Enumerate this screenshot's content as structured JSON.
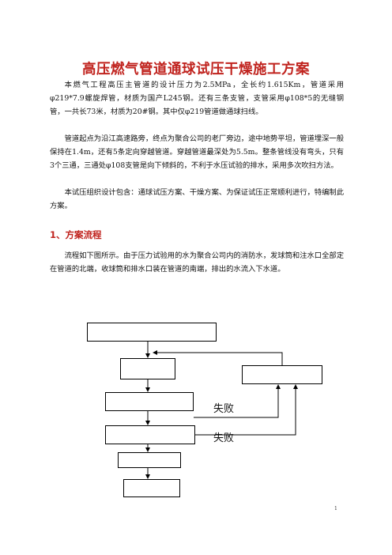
{
  "title": "高压燃气管道通球试压干燥施工方案",
  "paragraphs": [
    "本燃气工程高压主管道的设计压力为2.5MPa，全长约1.615Km，管道采用φ219*7.9螺旋焊管，材质为国产L245钢。还有三条支管，支管采用φ108*5的无缝钢管，一共长73米，材质为20#钢。其中仅φ219管道做通球扫线。",
    "管道起点为沿江高速路旁，终点为聚合公司的老厂旁边，途中地势平坦，管道埋深一般保持在1.4m，还有5条定向穿越管道。穿越管道最深处为5.5m。整条管线没有弯头，只有3个三通，三通处φ108支管是向下倾斜的，不利于水压试验的排水，采用多次吹扫方法。",
    "本试压组织设计包含：通球试压方案、干燥方案、为保证试压正常顺利进行，特编制此方案。"
  ],
  "section1": {
    "heading": "1、方案流程",
    "paragraph": "流程如下图所示。由于压力试验用的水为聚合公司内的消防水，发球筒和注水口全部定在管道的北端，收球筒和排水口装在管道的南端，排出的水流入下水道。"
  },
  "flowchart": {
    "fail_label_1": "失败",
    "fail_label_2": "失败"
  },
  "page_number": "1"
}
